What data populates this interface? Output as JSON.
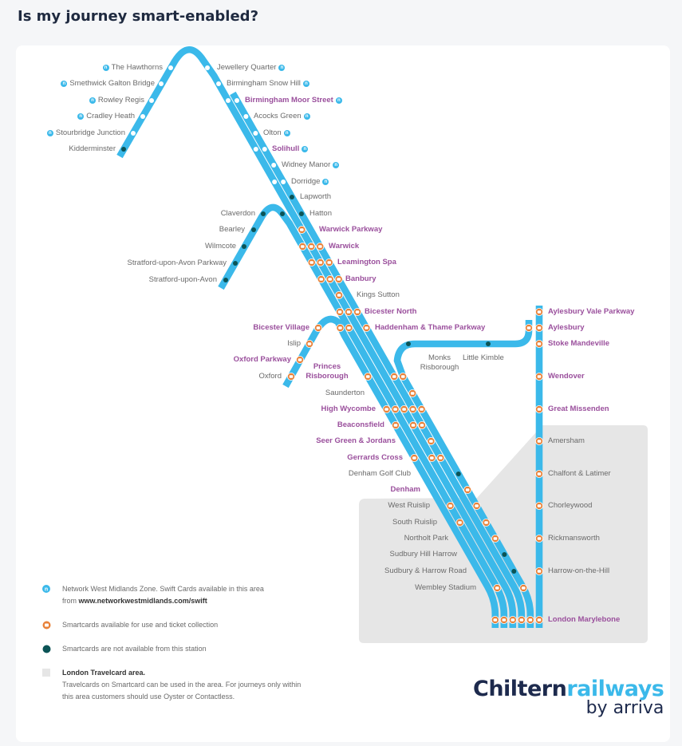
{
  "title": "Is my journey smart-enabled?",
  "colors": {
    "line": "#3bb9ea",
    "smart": "#e8823a",
    "none": "#0b5456",
    "highlight": "#9a4f9c",
    "travelcard": "#e6e6e6"
  },
  "stations": [
    {
      "name": "The Hawthorns",
      "status": "nwm",
      "highlight": false
    },
    {
      "name": "Smethwick Galton Bridge",
      "status": "nwm",
      "highlight": false
    },
    {
      "name": "Rowley Regis",
      "status": "nwm",
      "highlight": false
    },
    {
      "name": "Cradley Heath",
      "status": "nwm",
      "highlight": false
    },
    {
      "name": "Stourbridge Junction",
      "status": "nwm",
      "highlight": false
    },
    {
      "name": "Kidderminster",
      "status": "none",
      "highlight": false
    },
    {
      "name": "Jewellery Quarter",
      "status": "nwm",
      "highlight": false
    },
    {
      "name": "Birmingham Snow Hill",
      "status": "nwm",
      "highlight": false
    },
    {
      "name": "Birmingham Moor Street",
      "status": "nwm",
      "highlight": true
    },
    {
      "name": "Acocks Green",
      "status": "nwm",
      "highlight": false
    },
    {
      "name": "Olton",
      "status": "nwm",
      "highlight": false
    },
    {
      "name": "Solihull",
      "status": "nwm",
      "highlight": true
    },
    {
      "name": "Widney Manor",
      "status": "nwm",
      "highlight": false
    },
    {
      "name": "Dorridge",
      "status": "nwm",
      "highlight": false
    },
    {
      "name": "Lapworth",
      "status": "none",
      "highlight": false
    },
    {
      "name": "Hatton",
      "status": "none",
      "highlight": false
    },
    {
      "name": "Claverdon",
      "status": "none",
      "highlight": false
    },
    {
      "name": "Bearley",
      "status": "none",
      "highlight": false
    },
    {
      "name": "Wilmcote",
      "status": "none",
      "highlight": false
    },
    {
      "name": "Stratford-upon-Avon Parkway",
      "status": "none",
      "highlight": false
    },
    {
      "name": "Stratford-upon-Avon",
      "status": "none",
      "highlight": false
    },
    {
      "name": "Warwick Parkway",
      "status": "smart",
      "highlight": true
    },
    {
      "name": "Warwick",
      "status": "smart",
      "highlight": true
    },
    {
      "name": "Leamington Spa",
      "status": "smart",
      "highlight": true
    },
    {
      "name": "Banbury",
      "status": "smart",
      "highlight": true
    },
    {
      "name": "Kings Sutton",
      "status": "smart",
      "highlight": false
    },
    {
      "name": "Bicester North",
      "status": "smart",
      "highlight": true
    },
    {
      "name": "Haddenham & Thame Parkway",
      "status": "smart",
      "highlight": true
    },
    {
      "name": "Bicester Village",
      "status": "smart",
      "highlight": true
    },
    {
      "name": "Islip",
      "status": "smart",
      "highlight": false
    },
    {
      "name": "Oxford Parkway",
      "status": "smart",
      "highlight": true
    },
    {
      "name": "Oxford",
      "status": "smart",
      "highlight": false
    },
    {
      "name": "Princes Risborough",
      "status": "smart",
      "highlight": true
    },
    {
      "name": "Saunderton",
      "status": "smart",
      "highlight": false
    },
    {
      "name": "High Wycombe",
      "status": "smart",
      "highlight": true
    },
    {
      "name": "Beaconsfield",
      "status": "smart",
      "highlight": true
    },
    {
      "name": "Seer Green & Jordans",
      "status": "smart",
      "highlight": true
    },
    {
      "name": "Gerrards Cross",
      "status": "smart",
      "highlight": true
    },
    {
      "name": "Denham Golf Club",
      "status": "none",
      "highlight": false
    },
    {
      "name": "Denham",
      "status": "smart",
      "highlight": true
    },
    {
      "name": "West Ruislip",
      "status": "smart",
      "highlight": false
    },
    {
      "name": "South Ruislip",
      "status": "smart",
      "highlight": false
    },
    {
      "name": "Northolt Park",
      "status": "smart",
      "highlight": false
    },
    {
      "name": "Sudbury Hill Harrow",
      "status": "none",
      "highlight": false
    },
    {
      "name": "Sudbury & Harrow Road",
      "status": "none",
      "highlight": false
    },
    {
      "name": "Wembley Stadium",
      "status": "smart",
      "highlight": false
    },
    {
      "name": "Monks Risborough",
      "status": "none",
      "highlight": false
    },
    {
      "name": "Little Kimble",
      "status": "none",
      "highlight": false
    },
    {
      "name": "Aylesbury Vale Parkway",
      "status": "smart",
      "highlight": true
    },
    {
      "name": "Aylesbury",
      "status": "smart",
      "highlight": true
    },
    {
      "name": "Stoke Mandeville",
      "status": "smart",
      "highlight": true
    },
    {
      "name": "Wendover",
      "status": "smart",
      "highlight": true
    },
    {
      "name": "Great Missenden",
      "status": "smart",
      "highlight": true
    },
    {
      "name": "Amersham",
      "status": "smart",
      "highlight": false
    },
    {
      "name": "Chalfont & Latimer",
      "status": "smart",
      "highlight": false
    },
    {
      "name": "Chorleywood",
      "status": "smart",
      "highlight": false
    },
    {
      "name": "Rickmansworth",
      "status": "smart",
      "highlight": false
    },
    {
      "name": "Harrow-on-the-Hill",
      "status": "smart",
      "highlight": false
    },
    {
      "name": "London Marylebone",
      "status": "smart",
      "highlight": true
    }
  ],
  "legend": {
    "nwm_text": "Network West Midlands Zone. Swift Cards available in this area from",
    "nwm_url": "www.networkwestmidlands.com/swift",
    "smart_text": "Smartcards available for use and ticket collection",
    "none_text": "Smartcards are not available from this station",
    "travelcard_title": "London Travelcard area.",
    "travelcard_text": "Travelcards on Smartcard can be used in the area. For journeys only within this area customers should use Oyster or Contactless."
  },
  "logo": {
    "part1": "Chiltern",
    "part2": "railways",
    "tagline": "by arriva"
  }
}
